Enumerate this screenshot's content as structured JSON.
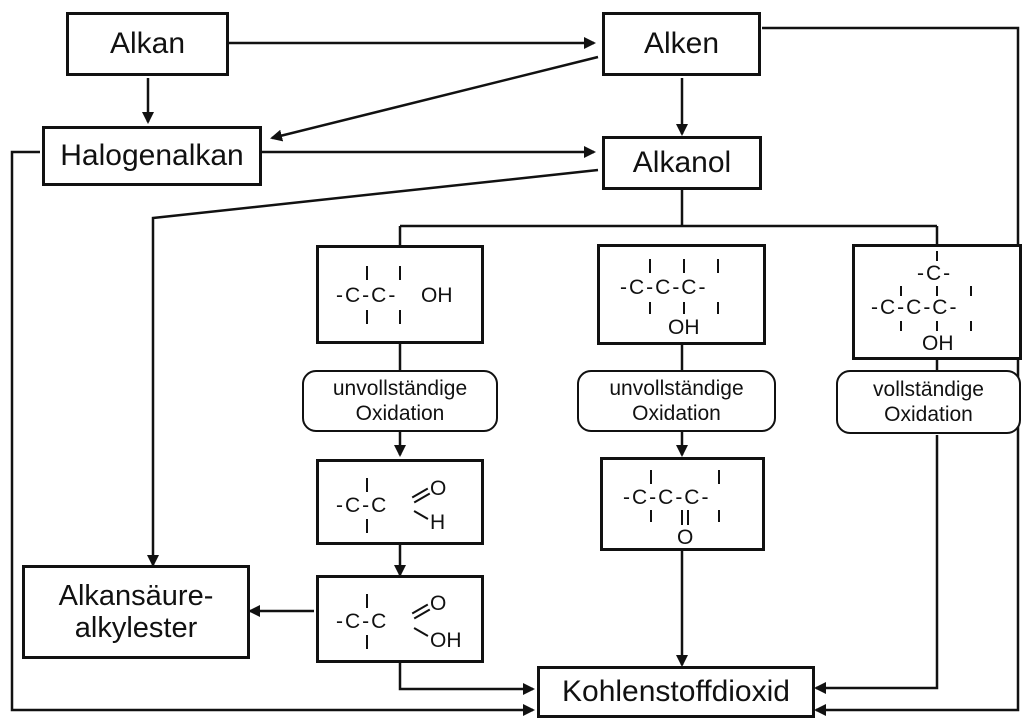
{
  "nodes": {
    "alkan": "Alkan",
    "alken": "Alken",
    "halogenalkan": "Halogenalkan",
    "alkanol": "Alkanol",
    "ester_line1": "Alkansäure-",
    "ester_line2": "alkylester",
    "kohlenstoffdioxid": "Kohlenstoffdioxid"
  },
  "oxidation": {
    "primary_line1": "unvollständige",
    "primary_line2": "Oxidation",
    "secondary_line1": "unvollständige",
    "secondary_line2": "Oxidation",
    "tertiary_line1": "vollständige",
    "tertiary_line2": "Oxidation"
  },
  "structures": {
    "primary_alcohol": {
      "chain": "-C-C-",
      "group": "OH"
    },
    "secondary_alcohol": {
      "chain": "-C-C-C-",
      "group": "OH"
    },
    "tertiary_alcohol": {
      "top": "-C-",
      "chain": "-C-C-C-",
      "group": "OH"
    },
    "aldehyde": {
      "chain": "-C-C",
      "o": "O",
      "h": "H"
    },
    "ketone": {
      "chain": "-C-C-C-",
      "o": "O"
    },
    "carboxylic_acid": {
      "chain": "-C-C",
      "o": "O",
      "oh": "OH"
    }
  }
}
